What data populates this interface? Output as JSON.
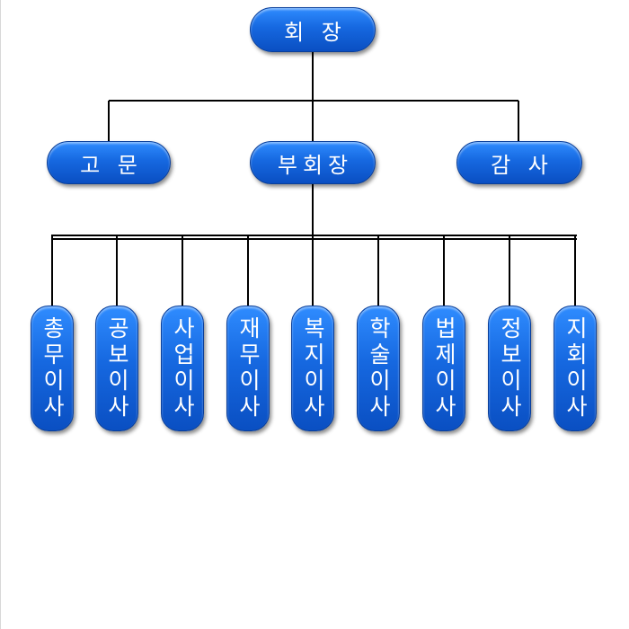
{
  "org_chart": {
    "top": {
      "label": "회 장"
    },
    "middle": [
      {
        "key": "advisor",
        "label": "고 문"
      },
      {
        "key": "vice_president",
        "label": "부회장"
      },
      {
        "key": "auditor",
        "label": "감 사"
      }
    ],
    "directors": [
      {
        "key": "general",
        "label": "총무이사"
      },
      {
        "key": "pr",
        "label": "공보이사"
      },
      {
        "key": "business",
        "label": "사업이사"
      },
      {
        "key": "finance",
        "label": "재무이사"
      },
      {
        "key": "welfare",
        "label": "복지이사"
      },
      {
        "key": "academic",
        "label": "학술이사"
      },
      {
        "key": "legal",
        "label": "법제이사"
      },
      {
        "key": "information",
        "label": "정보이사"
      },
      {
        "key": "branch",
        "label": "지회이사"
      }
    ]
  },
  "colors": {
    "node_fill_top": "#2f8cff",
    "node_fill_bottom": "#0a4fc2",
    "node_text": "#ffffff",
    "connector": "#000000"
  }
}
